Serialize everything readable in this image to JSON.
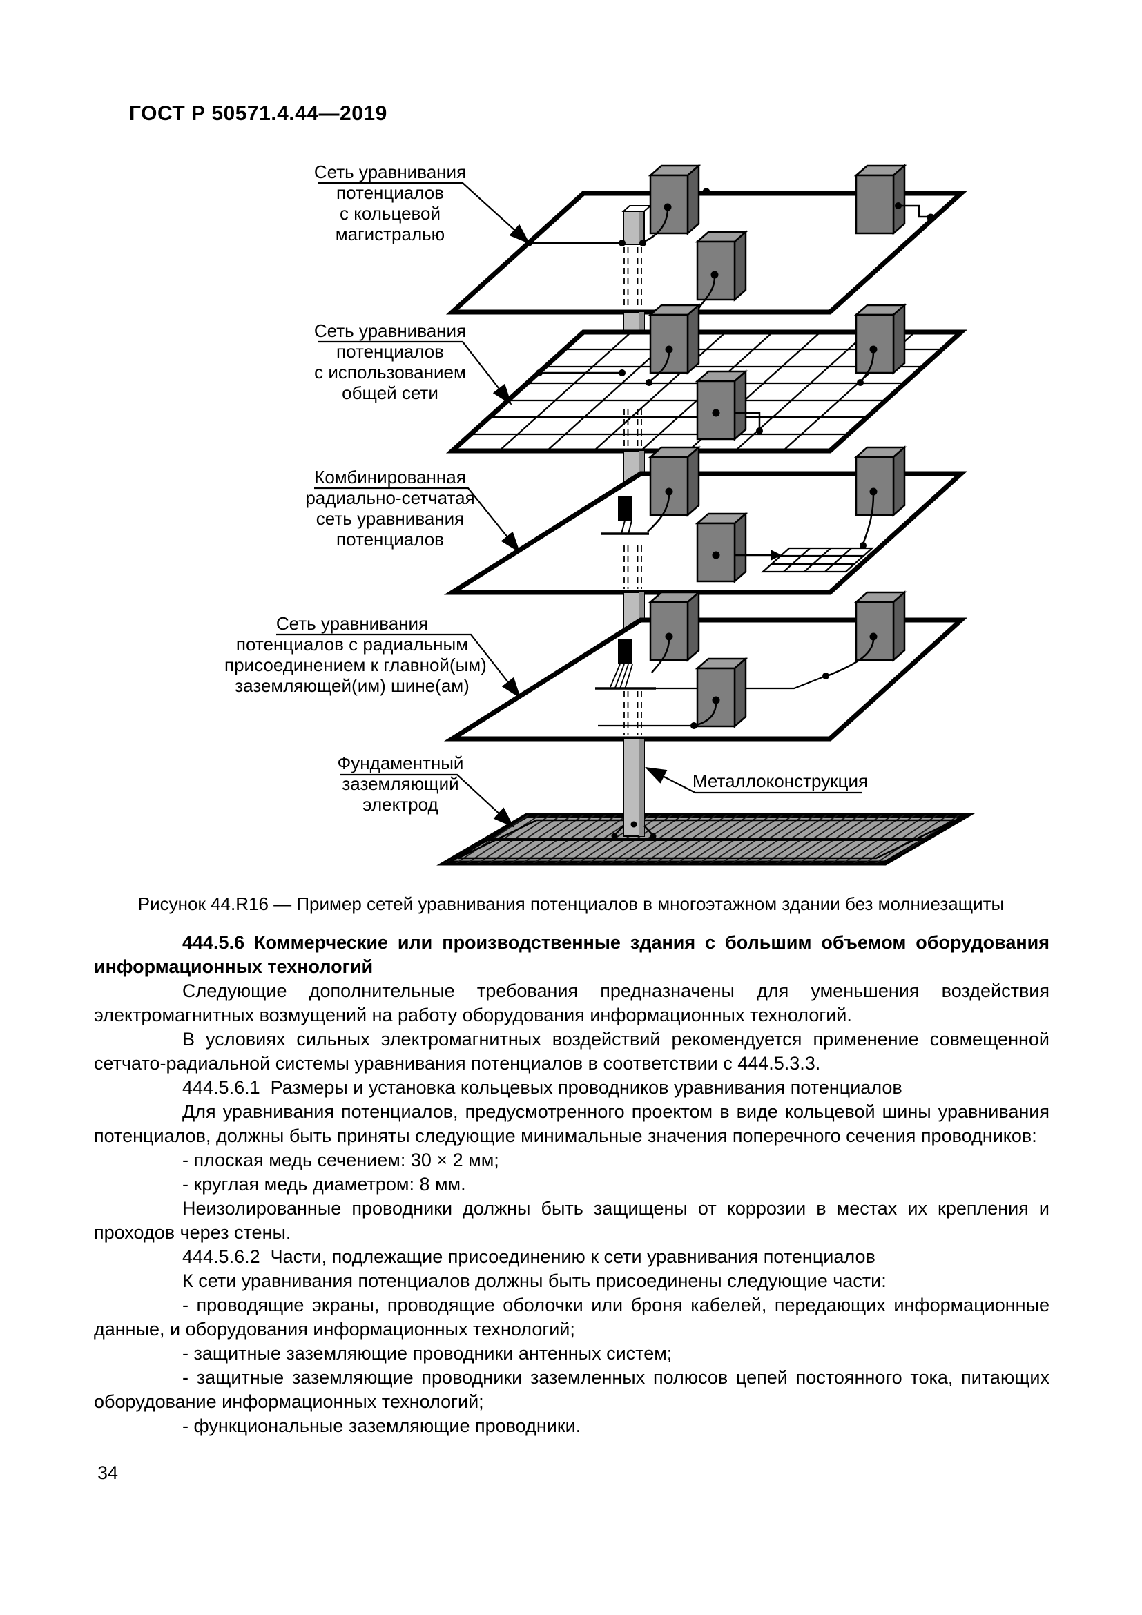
{
  "page": {
    "header": "ГОСТ Р 50571.4.44—2019",
    "page_number": "34"
  },
  "figure": {
    "caption": "Рисунок 44.R16 — Пример сетей уравнивания потенциалов в многоэтажном здании без молниезащиты",
    "labels": {
      "ring": {
        "lines": [
          "Сеть уравнивания",
          "потенциалов",
          "с кольцевой",
          "магистралью"
        ]
      },
      "mesh": {
        "lines": [
          "Сеть уравнивания",
          "потенциалов",
          "с использованием",
          "общей сети"
        ]
      },
      "combined": {
        "lines": [
          "Комбинированная",
          "радиально-сетчатая",
          "сеть уравнивания",
          "потенциалов"
        ]
      },
      "radial": {
        "lines": [
          "Сеть уравнивания",
          "потенциалов с радиальным",
          "присоединением к главной(ым)",
          "заземляющей(им) шине(ам)"
        ]
      },
      "foundation": {
        "lines": [
          "Фундаментный",
          "заземляющий",
          "электрод"
        ]
      },
      "metal": {
        "lines": [
          "Металлоконструкция"
        ]
      }
    }
  },
  "content": {
    "paragraphs": [
      {
        "text": "444.5.6 Коммерческие или производственные здания с большим объемом оборудования информационных технологий"
      },
      {
        "text": "Следующие дополнительные требования предназначены для уменьшения воздействия электромагнитных возмущений на работу оборудования информационных технологий."
      },
      {
        "text": "В условиях сильных электромагнитных воздействий рекомендуется применение совмещенной сетчато-радиальной системы уравнивания потенциалов в соответствии с 444.5.3.3."
      },
      {
        "text": "444.5.6.1  Размеры и установка кольцевых проводников уравнивания потенциалов"
      },
      {
        "text": "Для уравнивания потенциалов, предусмотренного проектом в виде кольцевой шины уравнивания потенциалов, должны быть приняты следующие минимальные значения поперечного сечения проводников:"
      },
      {
        "text": "- плоская медь сечением: 30 × 2 мм;"
      },
      {
        "text": "- круглая медь диаметром: 8 мм."
      },
      {
        "text": "Неизолированные проводники должны быть защищены от коррозии в местах их крепления и проходов через стены."
      },
      {
        "text": "444.5.6.2  Части, подлежащие присоединению к сети уравнивания потенциалов"
      },
      {
        "text": "К сети уравнивания потенциалов должны быть присоединены следующие части:"
      },
      {
        "text": "- проводящие экраны, проводящие оболочки или броня кабелей, передающих информационные данные, и оборудования информационных технологий;"
      },
      {
        "text": "- защитные заземляющие проводники антенных систем;"
      },
      {
        "text": "- защитные заземляющие проводники заземленных полюсов цепей постоянного тока, питающих оборудование информационных технологий;"
      },
      {
        "text": "- функциональные заземляющие проводники."
      }
    ]
  }
}
